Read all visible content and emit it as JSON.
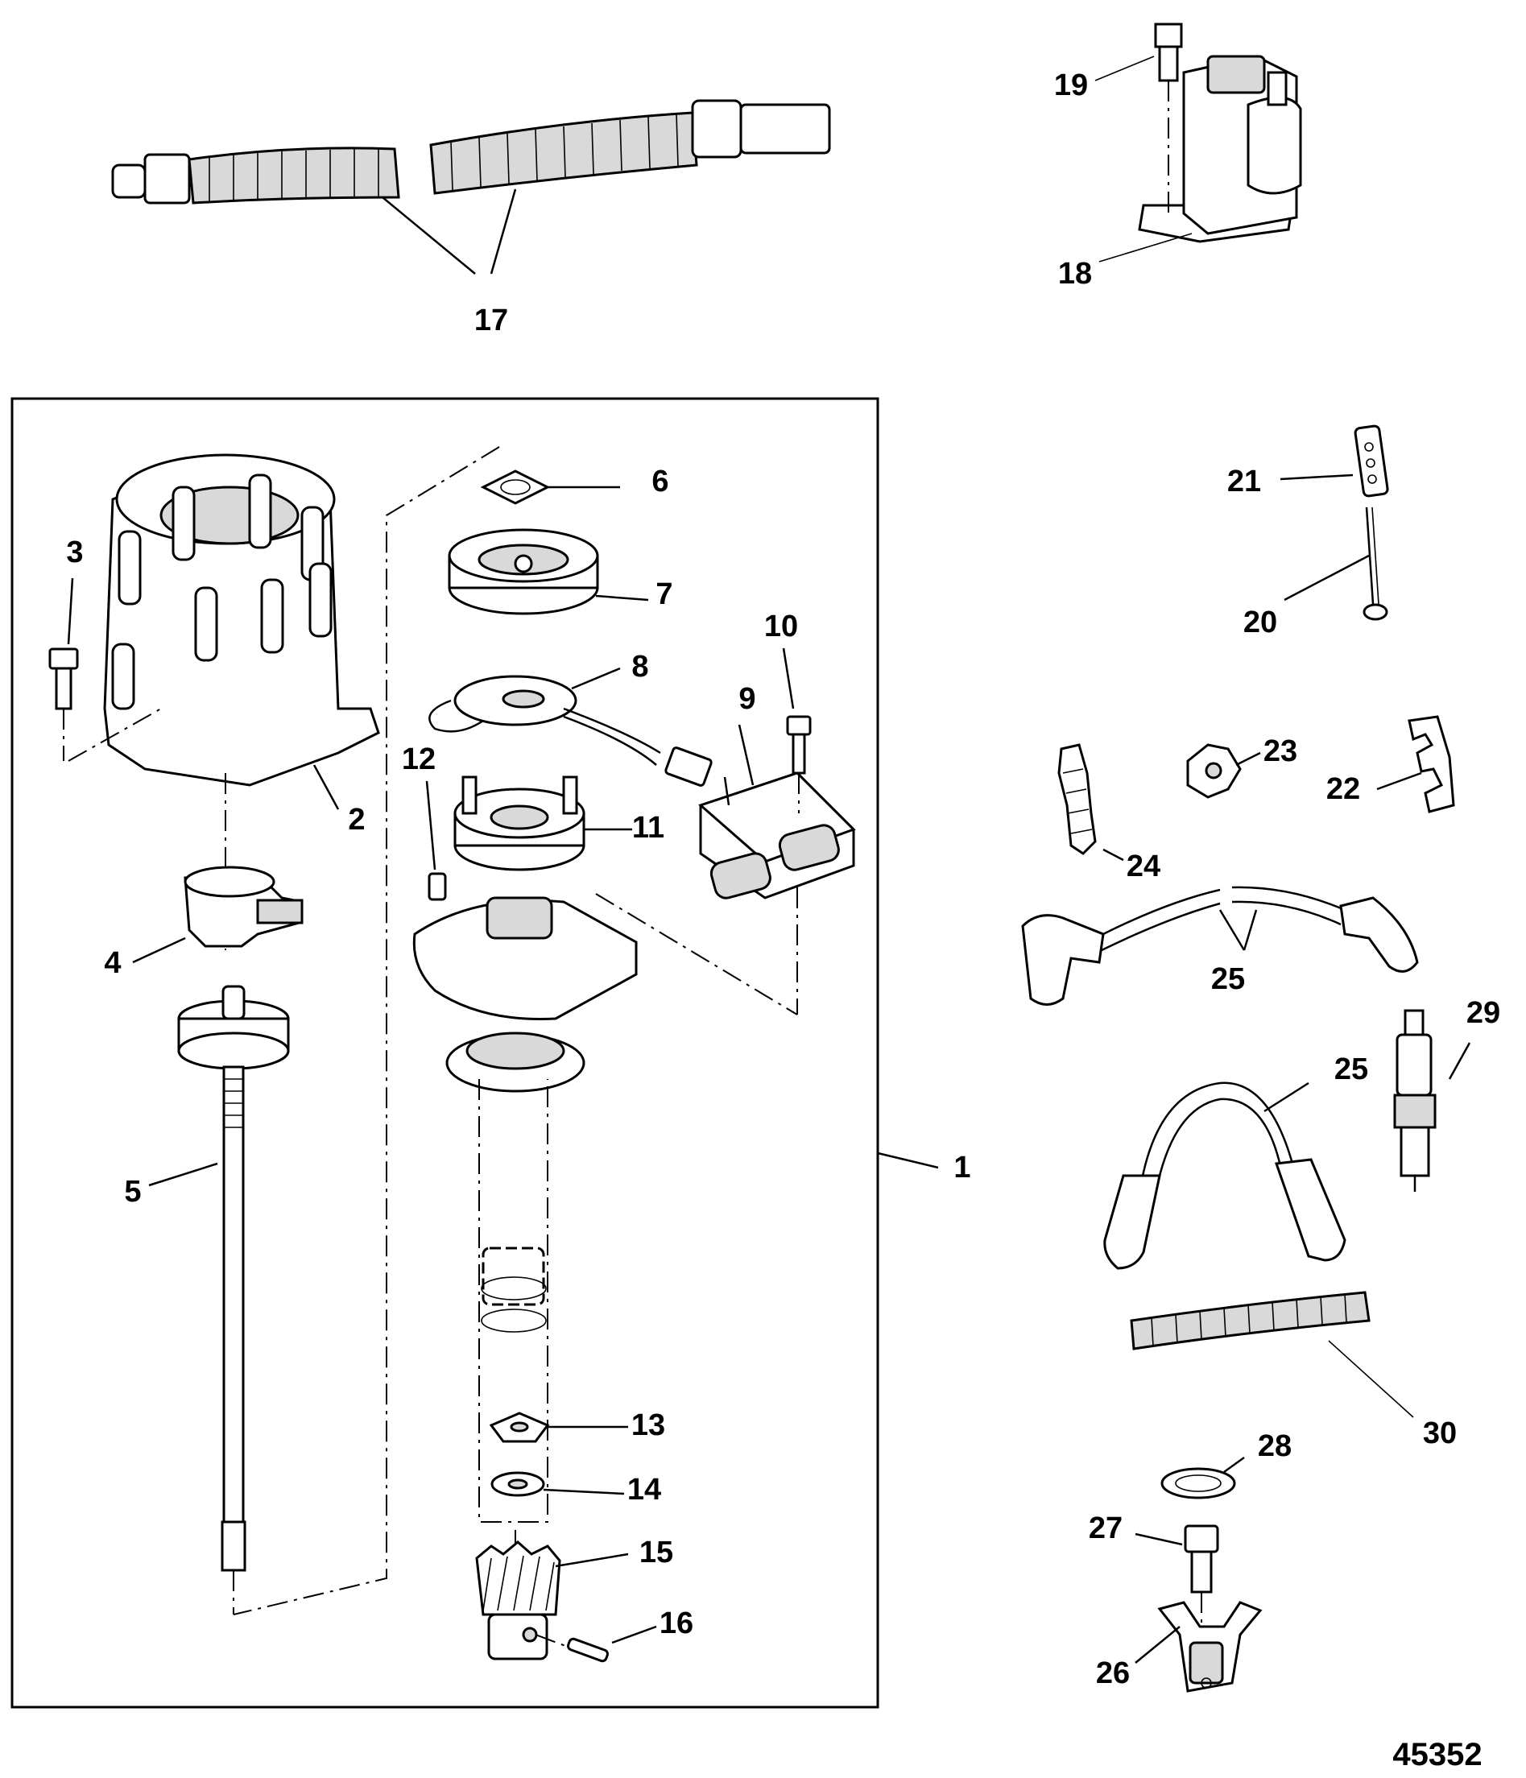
{
  "diagram": {
    "figure_id": "45352",
    "callouts": {
      "c1": "1",
      "c2": "2",
      "c3": "3",
      "c4": "4",
      "c5": "5",
      "c6": "6",
      "c7": "7",
      "c8": "8",
      "c9": "9",
      "c10": "10",
      "c11": "11",
      "c12": "12",
      "c13": "13",
      "c14": "14",
      "c15": "15",
      "c16": "16",
      "c17": "17",
      "c18": "18",
      "c19": "19",
      "c20": "20",
      "c21": "21",
      "c22": "22",
      "c23": "23",
      "c24": "24",
      "c25a": "25",
      "c25b": "25",
      "c26": "26",
      "c27": "27",
      "c28": "28",
      "c29": "29",
      "c30": "30"
    }
  }
}
